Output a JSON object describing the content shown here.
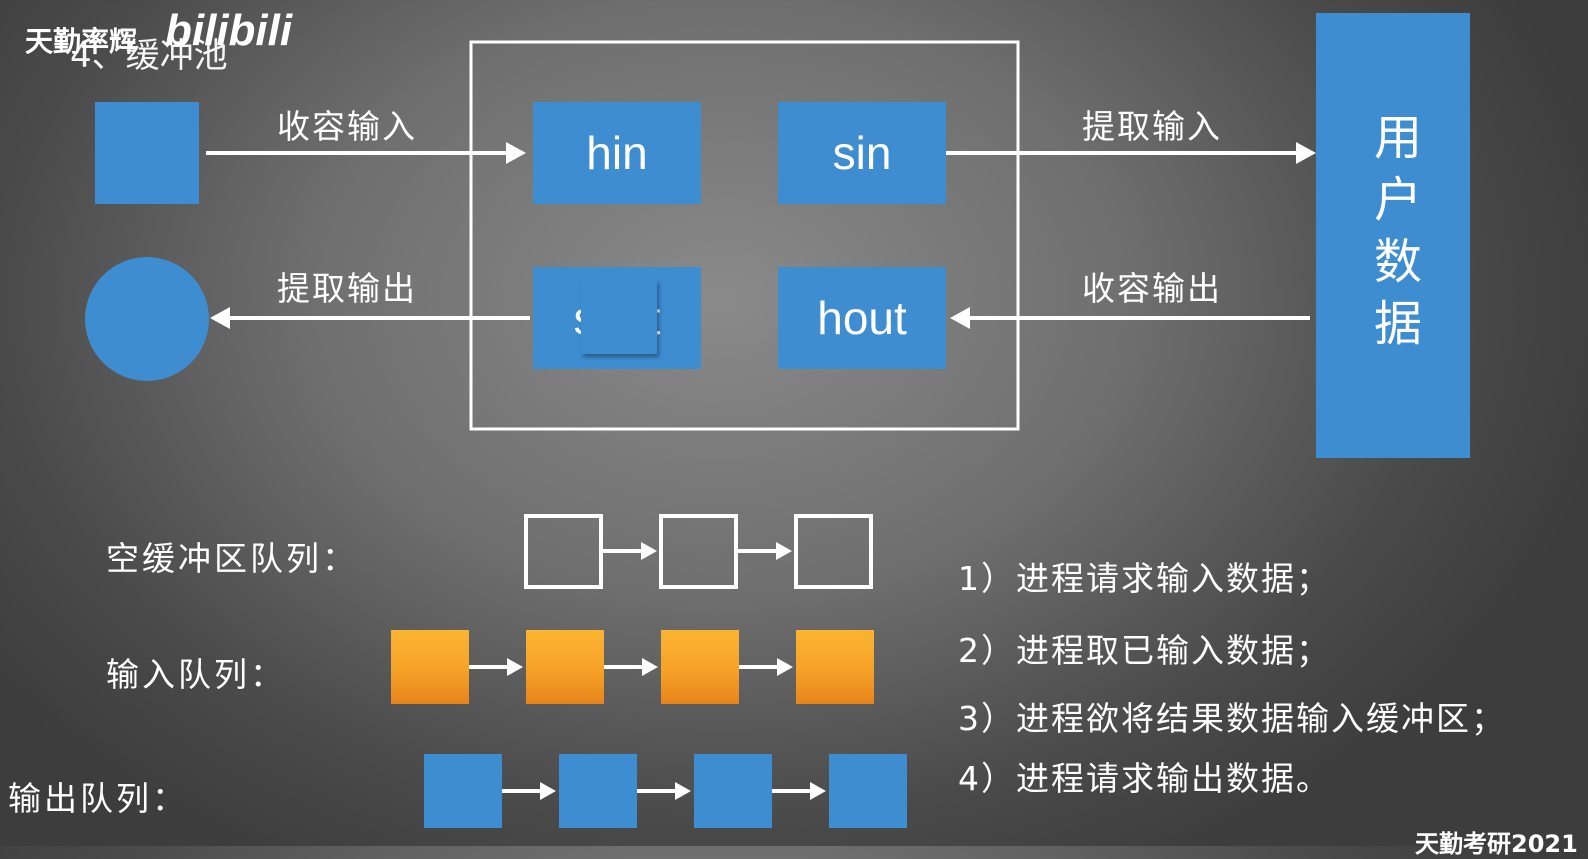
{
  "watermark": {
    "channel": "天勤率辉",
    "logo": "bilibili",
    "bottom_right": "天勤考研2021"
  },
  "slide_title": "4、缓冲池",
  "buffers": {
    "hin": "hin",
    "sin": "sin",
    "sout": "sout",
    "hout": "hout"
  },
  "arrows": {
    "accept_input": "收容输入",
    "extract_input": "提取输入",
    "extract_output": "提取输出",
    "accept_output": "收容输出"
  },
  "user_data": "用户数据",
  "queues": {
    "empty": "空缓冲区队列：",
    "input": "输入队列：",
    "output": "输出队列："
  },
  "steps": [
    "1）进程请求输入数据；",
    "2）进程取已输入数据；",
    "3）进程欲将结果数据输入缓冲区；",
    "4）进程请求输出数据。"
  ],
  "colors": {
    "blue": "#3e8dd0",
    "orange": "#f6a227",
    "white": "#ffffff"
  }
}
